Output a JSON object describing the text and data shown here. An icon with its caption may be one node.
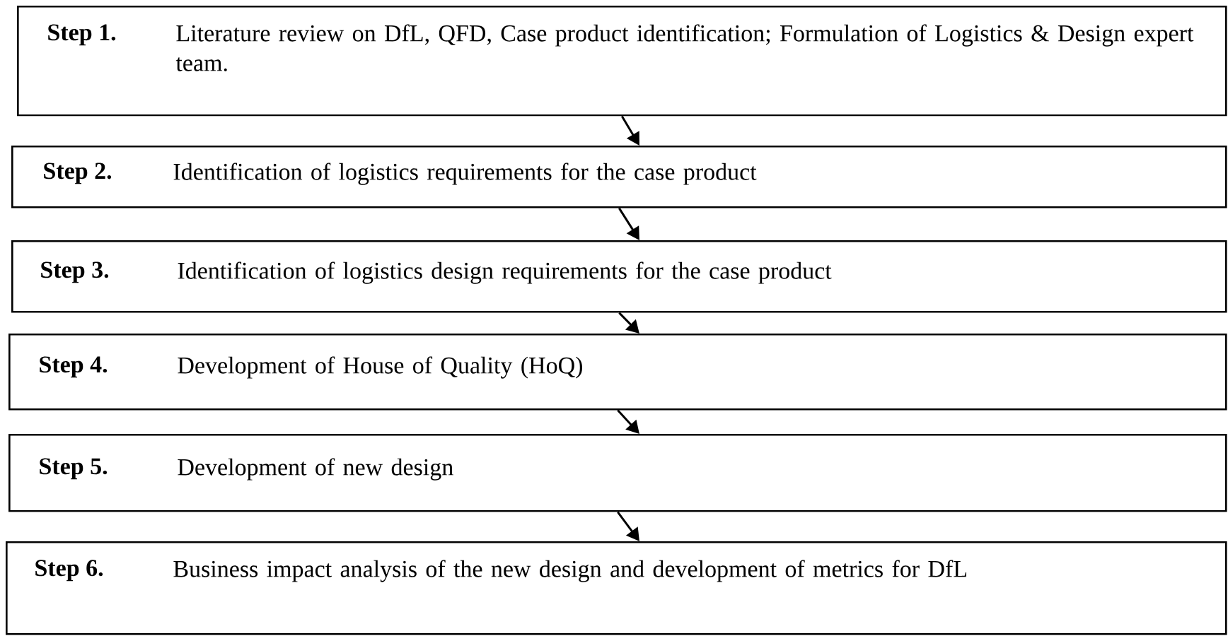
{
  "diagram": {
    "nodes": [
      {
        "text": [
          "Step 1.",
          "Literature review on DfL, QFD, Case product identification; Formulation of Logistics & Design expert team."
        ]
      },
      {
        "text": [
          "Step 2.",
          "Identification of logistics requirements for the case product"
        ]
      },
      {
        "text": [
          "Step 3.",
          "Identification of logistics design requirements for the case product"
        ]
      },
      {
        "text": [
          "Step 4.",
          "Development of House of Quality (HoQ)"
        ]
      },
      {
        "text": [
          "Step 5.",
          "Development of new design"
        ]
      },
      {
        "text": [
          "Step 6.",
          "Business impact analysis of the new design and development of metrics for DfL"
        ]
      }
    ],
    "edges": [
      {
        "from": 0,
        "to": 1,
        "arrow": "to"
      },
      {
        "from": 1,
        "to": 2,
        "arrow": "to"
      },
      {
        "from": 2,
        "to": 3,
        "arrow": "to"
      },
      {
        "from": 3,
        "to": 4,
        "arrow": "to"
      },
      {
        "from": 4,
        "to": 5,
        "arrow": "to"
      }
    ]
  }
}
